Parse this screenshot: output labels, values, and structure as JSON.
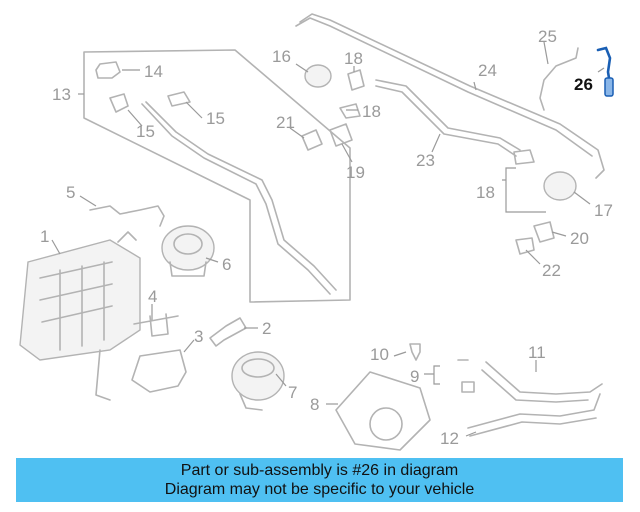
{
  "diagram": {
    "callouts": [
      "1",
      "2",
      "3",
      "4",
      "5",
      "6",
      "7",
      "8",
      "9",
      "10",
      "11",
      "12",
      "13",
      "14",
      "15",
      "15",
      "16",
      "17",
      "18",
      "18",
      "18",
      "19",
      "20",
      "21",
      "22",
      "23",
      "24",
      "25",
      "26"
    ],
    "highlighted_part": "26",
    "colors": {
      "highlight": "#1a5fb4",
      "banner": "#4fc0f2",
      "parts": "#b3b3b3"
    }
  },
  "banner": {
    "line1": "Part or sub-assembly is #26 in diagram",
    "line2": "Diagram may not be specific to your vehicle"
  }
}
